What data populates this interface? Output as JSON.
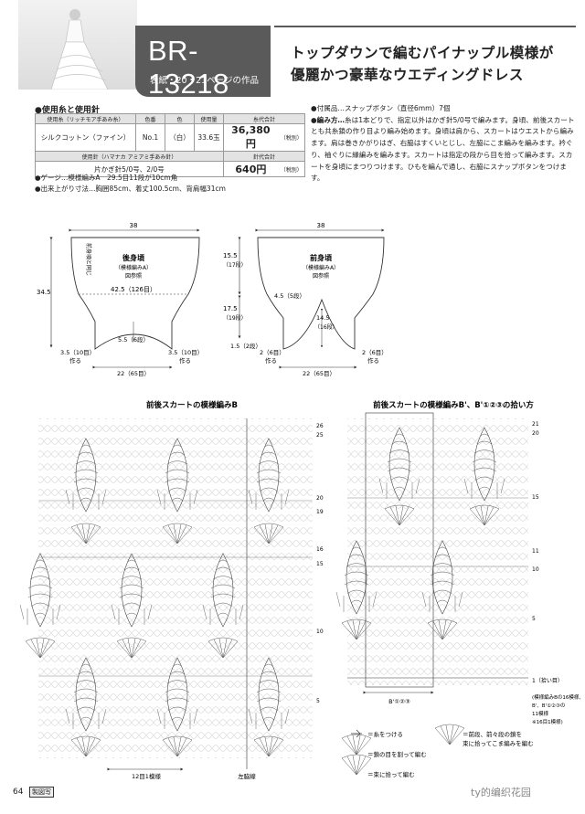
{
  "header": {
    "code": "BR-13218",
    "reference": "表紙・20・21ページの作品",
    "title_line1": "トップダウンで編むパイナップル模様が",
    "title_line2": "優麗かつ豪華なウエディングドレス"
  },
  "materials": {
    "heading": "●使用糸と使用針",
    "yarn_header": [
      "使用糸（リッチモア手あみ糸）",
      "色番",
      "色",
      "使用量",
      "糸代合計"
    ],
    "yarn_row": [
      "シルクコットン（ファイン）",
      "No.1",
      "（白）",
      "33.6玉",
      "36,380円",
      "（税別）"
    ],
    "needle_header": [
      "使用針（ハマナカ アミアミ手あみ針）",
      "針代合計"
    ],
    "needle_row": [
      "片かぎ針5/0号、2/0号",
      "640円",
      "（税別）"
    ],
    "gauge": "●ゲージ…模様編みA　29.5目11段が10cm角",
    "size": "●出来上がり寸法…胸囲85cm、着丈100.5cm、背肩幅31cm"
  },
  "notes": {
    "accessories": "●付属品…スナップボタン（直径6mm）7個",
    "method_label": "●編み方…",
    "method": "糸は1本どりで、指定以外はかぎ針5/0号で編みます。身頃、前後スカートとも共糸鎖の作り目より編み始めます。身頃は肩から、スカートはウエストから編みます。肩は巻きかがりはぎ、右脇はすくいとじし、左脇にこま編みを編みます。衿ぐり、袖ぐりに縁編みを編みます。スカートは指定の段から目を拾って編みます。スカートを身頃にまつりつけます。ひもを編んで通し、右脇にスナップボタンをつけます。"
  },
  "back_body": {
    "title": "後身頃",
    "sub1": "（模様編みA）",
    "sub2": "図参照",
    "top_width": "38",
    "side_height": "34.5",
    "chest": "42.5（126目）",
    "center": "5.5（6段）",
    "bottom": "22（65目）",
    "left_side": "3.5（10目）",
    "left_side2": "作る",
    "right_side": "3.5（10目）",
    "right_side2": "作る",
    "vertical_note": "前身頃と同じ"
  },
  "front_body": {
    "title": "前身頃",
    "sub1": "（模様編みA）",
    "sub2": "図参照",
    "top_width": "38",
    "dim1": "15.5",
    "dim1b": "（17段）",
    "dim2": "17.5",
    "dim2b": "（19段）",
    "dim3": "1.5（2段）",
    "neck": "4.5（5段）",
    "center": "14.5",
    "center_b": "（16段）",
    "bottom": "22（65目）",
    "left_side": "2（6目）",
    "left_side2": "作る",
    "right_side": "2（6目）",
    "right_side2": "作る"
  },
  "chart_left": {
    "title": "前後スカートの模様編みB",
    "rows": [
      "26",
      "25",
      "20",
      "19",
      "16",
      "15",
      "10",
      "5"
    ],
    "repeat": "12目1模様",
    "seam": "左脇線"
  },
  "chart_right": {
    "title": "前後スカートの模様編みB'、B'①②③の拾い方",
    "rows": [
      "21",
      "20",
      "15",
      "11",
      "10",
      "5"
    ],
    "pickup": "1（拾い目）",
    "bottom_label": "B'①②③",
    "legend_l1": "(模様編みBの16模様、",
    "legend_l2": "B'、B'①②③の",
    "legend_l3": "11模様",
    "legend_l4": "※16目1模様)"
  },
  "legend": {
    "item1": "＝糸をつける",
    "item2": "＝鎖の目を割って編む",
    "item3": "＝束に拾って編む",
    "item4": "＝前段、前々段の鎖を",
    "item5": "束に拾ってこま編みを編む"
  },
  "footer": {
    "page": "64",
    "tag": "製図写",
    "watermark": "ty的编织花园"
  }
}
